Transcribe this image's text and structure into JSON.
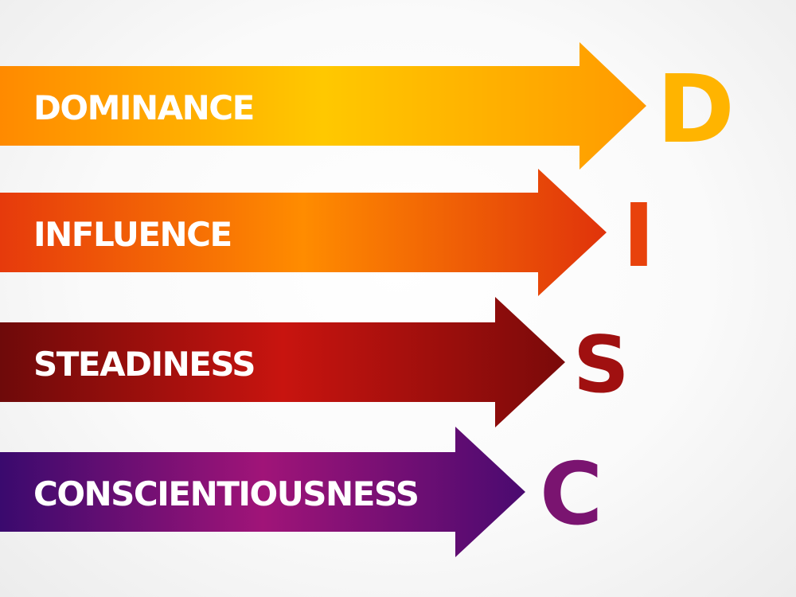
{
  "diagram": {
    "rows": [
      {
        "id": "dominance",
        "label": "DOMINANCE",
        "letter": "D",
        "gradient": [
          "#ff8a00",
          "#ffc800",
          "#ff9a00"
        ],
        "letter_color": "#ffb400"
      },
      {
        "id": "influence",
        "label": "INFLUENCE",
        "letter": "I",
        "gradient": [
          "#e63a0c",
          "#ff8c00",
          "#e0330b"
        ],
        "letter_color": "#e8420c"
      },
      {
        "id": "steadiness",
        "label": "STEADINESS",
        "letter": "S",
        "gradient": [
          "#6e0a0a",
          "#c8140f",
          "#7a0a0a"
        ],
        "letter_color": "#a01010"
      },
      {
        "id": "conscientiousness",
        "label": "CONSCIENTIOUSNESS",
        "letter": "C",
        "gradient": [
          "#3a0a6e",
          "#a01478",
          "#4a0a70"
        ],
        "letter_color": "#7a1470"
      }
    ]
  }
}
